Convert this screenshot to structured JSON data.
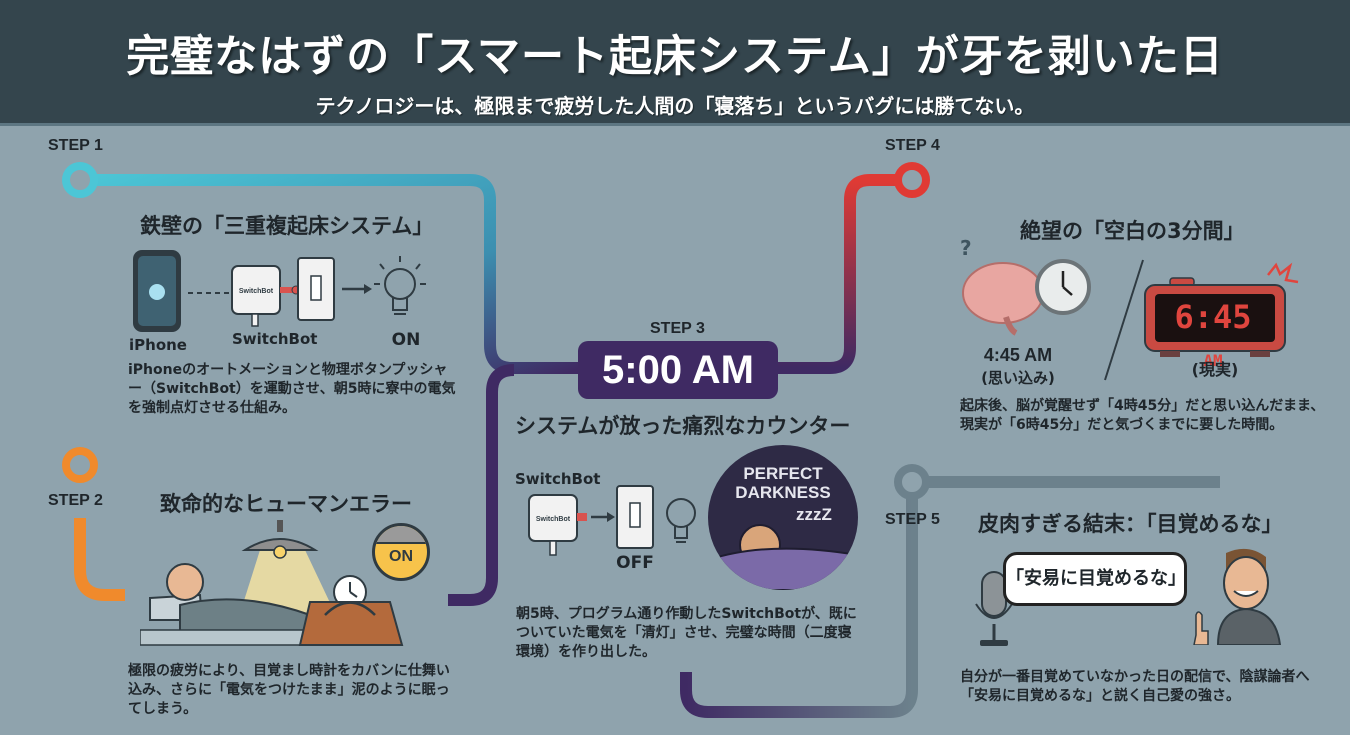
{
  "header": {
    "title": "完璧なはずの「スマート起床システム」が牙を剥いた日",
    "subtitle": "テクノロジーは、極限まで疲労した人間の「寝落ち」というバグには勝てない。"
  },
  "colors": {
    "background": "#8fa3ad",
    "header_bg": "#34454d",
    "step1": "#4cc6d6",
    "step2": "#f08a2c",
    "step3": "#3f2a63",
    "step4": "#e03a34",
    "step5": "#6c818c"
  },
  "steps": [
    {
      "label": "STEP 1",
      "title": "鉄壁の「三重複起床システム」",
      "icons": {
        "phone": "iPhone",
        "bot": "SwitchBot",
        "light": "ON",
        "bot_text": "SwitchBot"
      },
      "description": "iPhoneのオートメーションと物理ボタンプッシャー（SwitchBot）を運動させ、朝5時に寮中の電気を強制点灯させる仕組み。"
    },
    {
      "label": "STEP 2",
      "title": "致命的なヒューマンエラー",
      "badge": "ON",
      "description": "極限の疲労により、目覚まし時計をカバンに仕舞い込み、さらに「電気をつけたまま」泥のように眠ってしまう。"
    },
    {
      "label": "STEP 3",
      "time": "5:00 AM",
      "title": "システムが放った痛烈なカウンター",
      "icons": {
        "bot": "SwitchBot",
        "bot_text": "SwitchBot",
        "switch_state": "OFF"
      },
      "darkness": "PERFECT DARKNESS",
      "zzz": "zzzZ",
      "description": "朝5時、プログラム通り作動したSwitchBotが、既についていた電気を「清灯」させ、完璧な時間（二度寝環境）を作り出した。"
    },
    {
      "label": "STEP 4",
      "title": "絶望の「空白の3分間」",
      "belief_time": "4:45 AM",
      "belief_label": "(思い込み)",
      "question": "?",
      "clock_digits": "6:45",
      "clock_ampm": "AM",
      "reality_label": "(現実)",
      "description": "起床後、脳が覚醒せず「4時45分」だと思い込んだまま、現実が「6時45分」だと気づくまでに要した時間。"
    },
    {
      "label": "STEP 5",
      "title": "皮肉すぎる結末：「目覚めるな」",
      "quote": "「安易に目覚めるな」",
      "description": "自分が一番目覚めていなかった日の配信で、陰謀論者へ「安易に目覚めるな」と説く自己愛の強さ。"
    }
  ]
}
